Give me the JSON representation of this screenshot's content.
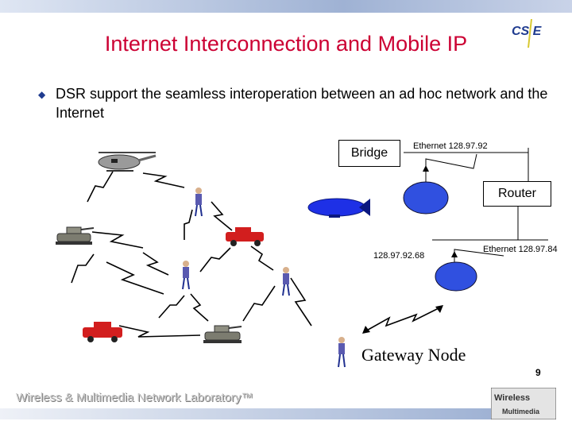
{
  "slide": {
    "title": "Internet Interconnection and Mobile IP",
    "bullet": "DSR support the seamless interoperation between an ad hoc network and the Internet",
    "page_number": "9",
    "footer": "Wireless & Multimedia Network Laboratory™"
  },
  "diagram": {
    "bridge_label": "Bridge",
    "router_label": "Router",
    "ethernet_top": "Ethernet 128.97.92",
    "ethernet_bottom": "Ethernet 128.97.84",
    "host_address": "128.97.92.68",
    "gateway_label": "Gateway Node"
  },
  "logos": {
    "cse": "CS E",
    "wireless": "Wireless",
    "multimedia": "Multimedia"
  },
  "colors": {
    "title": "#cc0033",
    "band": "#9fb2d4",
    "bullet": "#1f3b8f",
    "node_fill": "#3050e0",
    "car": "#d21e1e",
    "tank": "#7c7c70"
  },
  "icons": [
    "helicopter-icon",
    "blimp-icon",
    "tank-icon",
    "car-icon",
    "soldier-icon",
    "wireless-link-icon"
  ]
}
